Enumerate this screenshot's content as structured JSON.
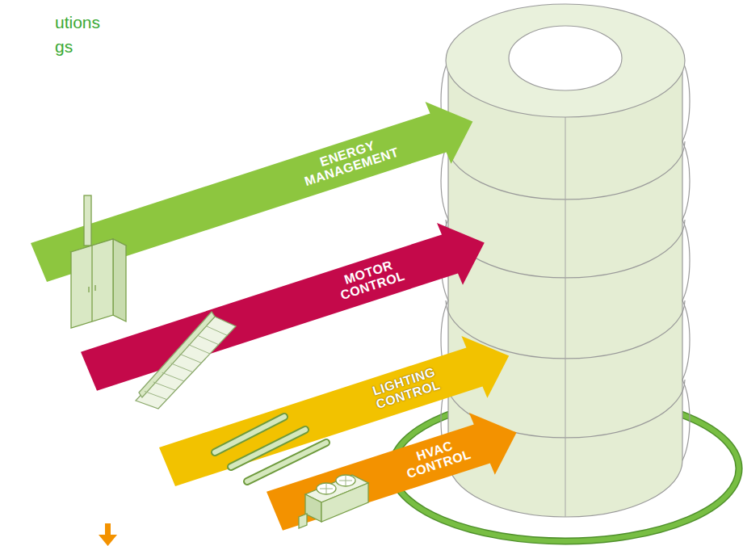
{
  "diagram": {
    "nodes": [
      {
        "text": [
          "ENERGY MANAGEMENT"
        ]
      },
      {
        "text": [
          "MOTOR CONTROL"
        ]
      },
      {
        "text": [
          "LIGHTING CONTROL"
        ]
      },
      {
        "text": [
          "HVAC CONTROL"
        ]
      }
    ],
    "labels": [
      "utions",
      "gs"
    ]
  }
}
